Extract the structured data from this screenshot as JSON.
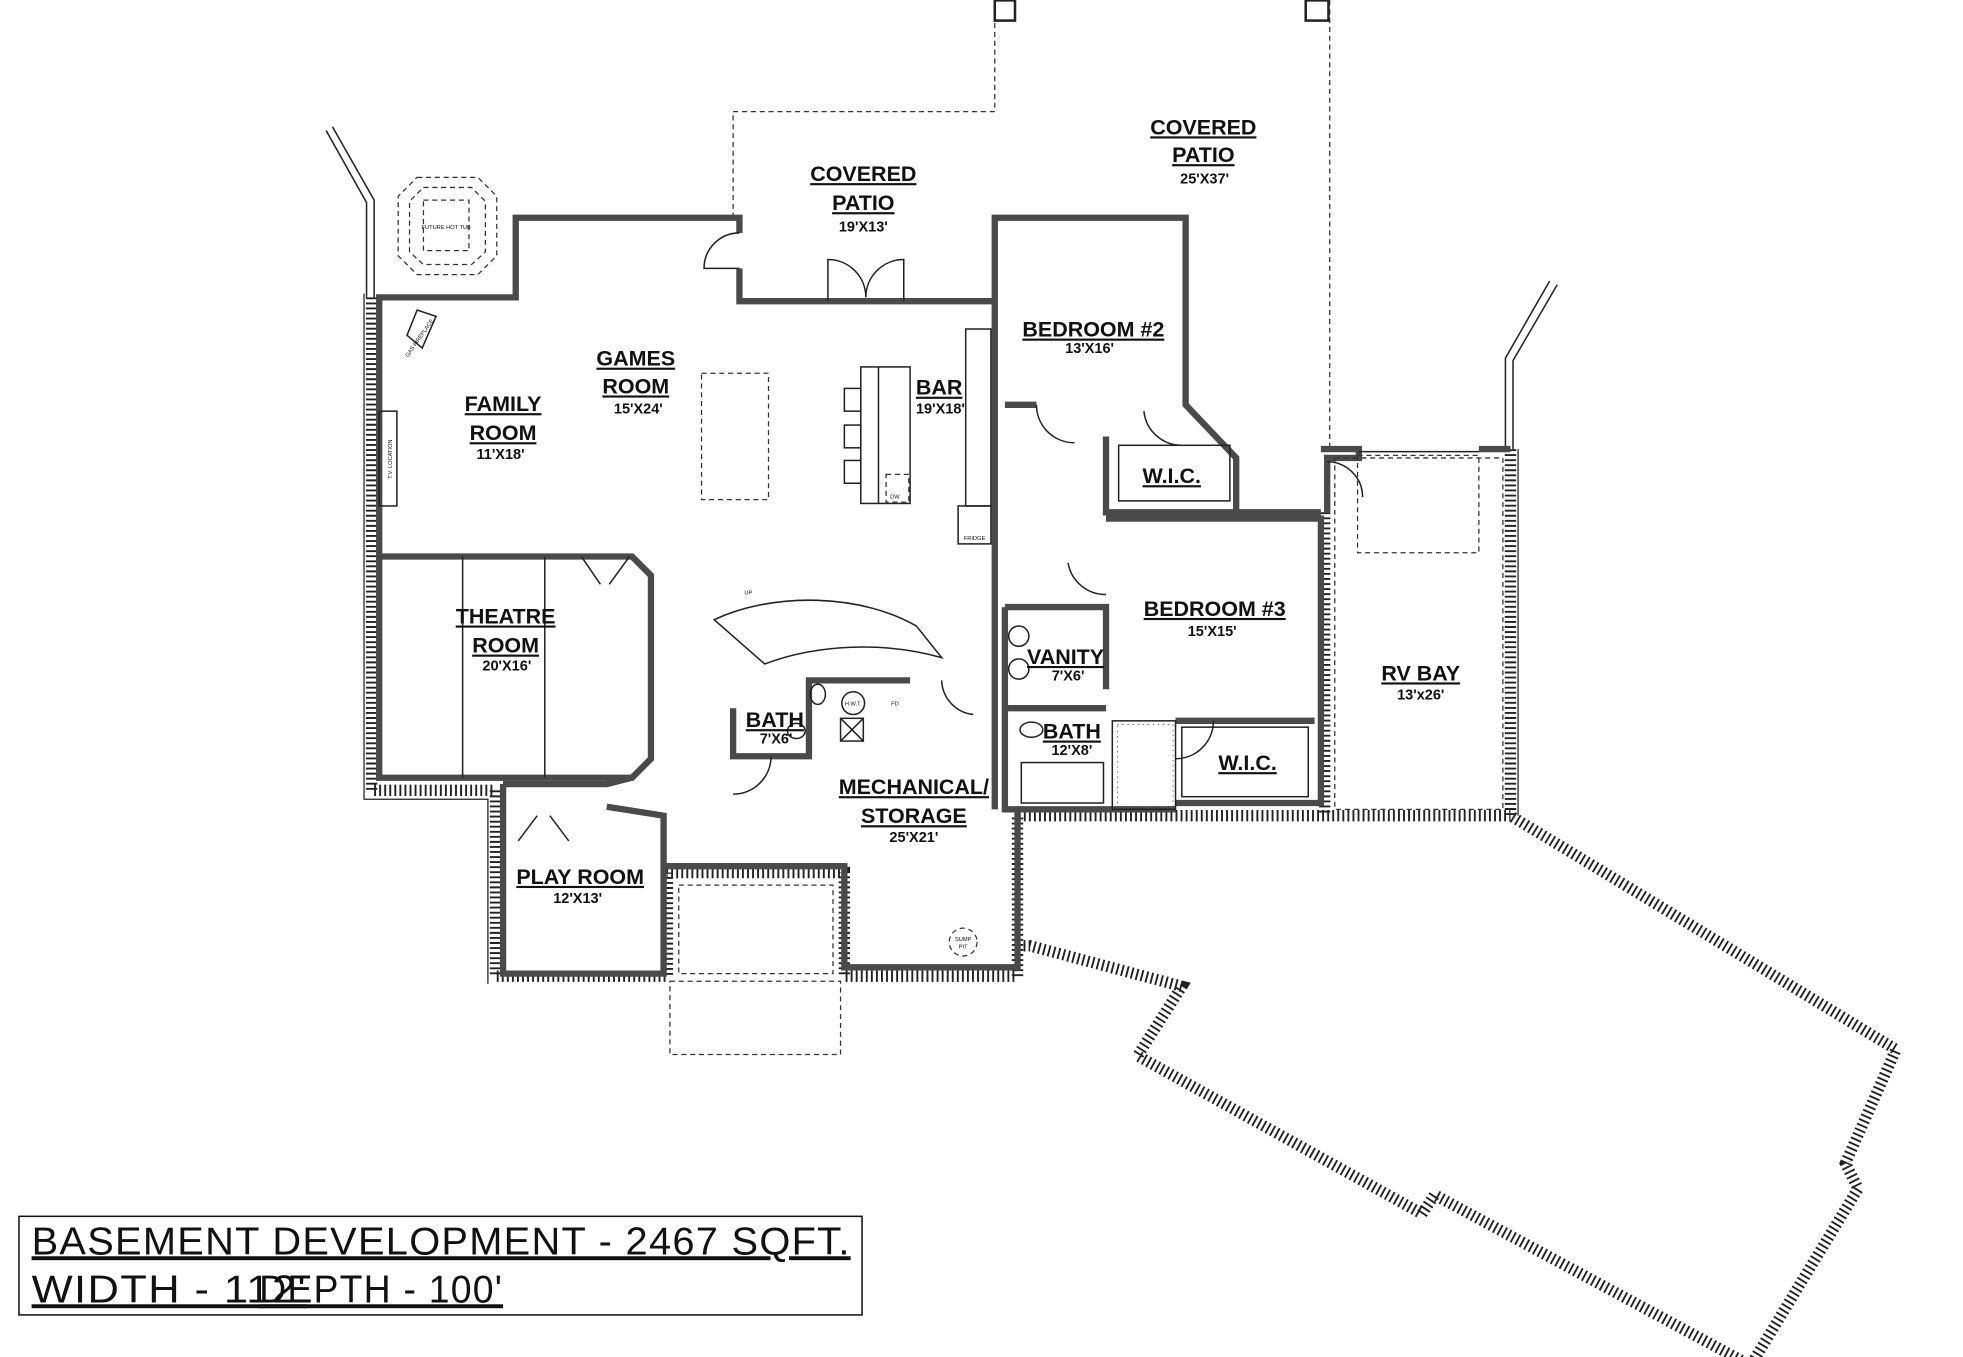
{
  "plan": {
    "rooms": {
      "covered_patio_1": {
        "name_line1": "COVERED",
        "name_line2": "PATIO",
        "size": "19'X13'"
      },
      "covered_patio_2": {
        "name_line1": "COVERED",
        "name_line2": "PATIO",
        "size": "25'X37'"
      },
      "games_room": {
        "name_line1": "GAMES",
        "name_line2": "ROOM",
        "size": "15'X24'"
      },
      "family_room": {
        "name_line1": "FAMILY",
        "name_line2": "ROOM",
        "size": "11'X18'"
      },
      "bar": {
        "name": "BAR",
        "size": "19'X18'"
      },
      "bedroom_2": {
        "name": "BEDROOM #2",
        "size": "13'X16'"
      },
      "wic_1": {
        "name": "W.I.C."
      },
      "bedroom_3": {
        "name": "BEDROOM #3",
        "size": "15'X15'"
      },
      "vanity": {
        "name": "VANITY",
        "size": "7'X6'"
      },
      "bath_1": {
        "name": "BATH",
        "size": "12'X8'"
      },
      "wic_2": {
        "name": "W.I.C."
      },
      "rv_bay": {
        "name": "RV BAY",
        "size": "13'x26'"
      },
      "theatre_room": {
        "name_line1": "THEATRE",
        "name_line2": "ROOM",
        "size": "20'X16'"
      },
      "bath_2": {
        "name": "BATH",
        "size": "7'X6'"
      },
      "mechanical": {
        "name_line1": "MECHANICAL/",
        "name_line2": "STORAGE",
        "size": "25'X21'"
      },
      "play_room": {
        "name": "PLAY ROOM",
        "size": "12'X13'"
      }
    },
    "fixtures": {
      "hot_tub": "FUTURE HOT TUB",
      "fireplace": "GAS FIREPLACE",
      "tv": "T.V. LOCATION",
      "dishwasher": "DW",
      "fridge": "FRIDGE",
      "water_heater": "H.W.T.",
      "floor_drain": "FD",
      "stairs": "UP",
      "sump_line1": "SUMP",
      "sump_line2": "PIT"
    }
  },
  "title_block": {
    "line1": "BASEMENT DEVELOPMENT - 2467 SQFT.",
    "line2a": "WIDTH - 112'",
    "line2b": "DEPTH - 100'"
  },
  "colors": {
    "wall": "#4a4a4a",
    "line": "#111111"
  }
}
